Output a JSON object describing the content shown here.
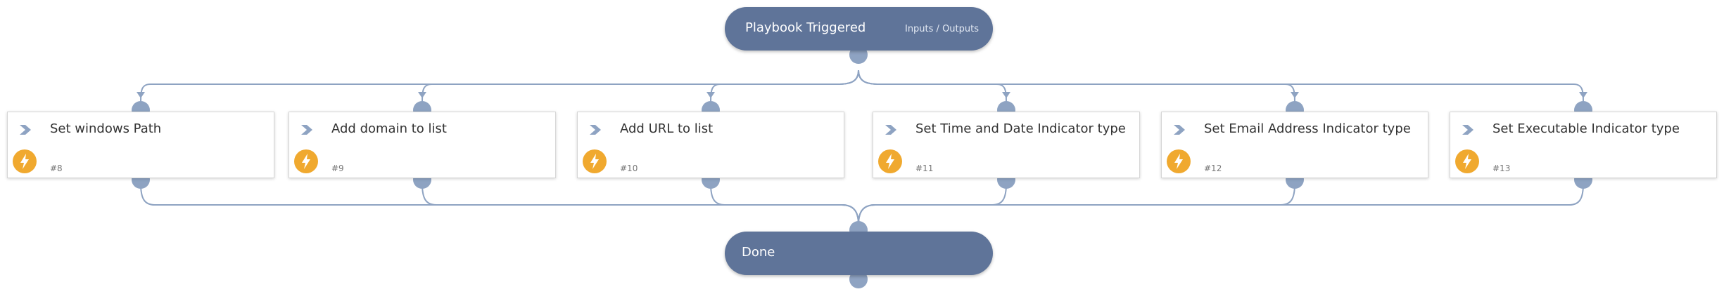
{
  "colors": {
    "node_fill": "#5f7499",
    "connector": "#8ea3c2",
    "task_icon": "#f0a92f",
    "task_border": "#d6d6d6"
  },
  "start": {
    "title": "Playbook Triggered",
    "link": "Inputs / Outputs"
  },
  "end": {
    "title": "Done"
  },
  "tasks": [
    {
      "title": "Set windows Path",
      "id": "#8",
      "icon": "lightning-icon"
    },
    {
      "title": "Add domain to list",
      "id": "#9",
      "icon": "lightning-icon"
    },
    {
      "title": "Add URL to list",
      "id": "#10",
      "icon": "lightning-icon"
    },
    {
      "title": "Set Time and Date Indicator type",
      "id": "#11",
      "icon": "lightning-icon"
    },
    {
      "title": "Set Email Address Indicator type",
      "id": "#12",
      "icon": "lightning-icon"
    },
    {
      "title": "Set Executable Indicator type",
      "id": "#13",
      "icon": "lightning-icon"
    }
  ]
}
